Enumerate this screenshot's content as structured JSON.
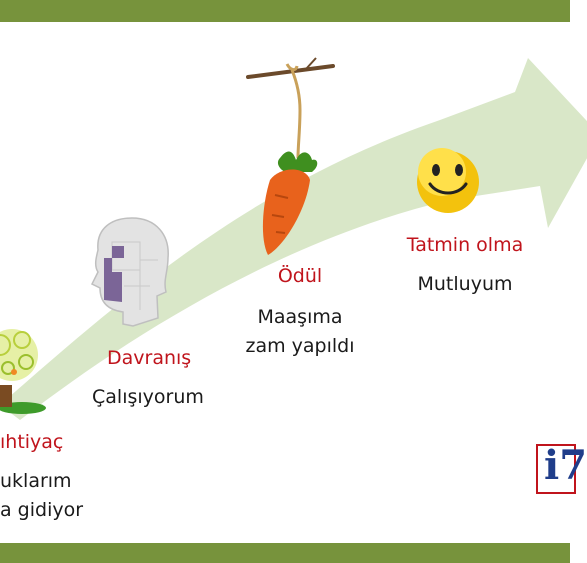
{
  "stages": [
    {
      "id": "ihtiyac",
      "title": "ıhtiyaç",
      "lines": [
        "uklarım",
        "a gidiyor"
      ]
    },
    {
      "id": "davranis",
      "title": "Davranış",
      "lines": [
        "Çalışıyorum"
      ]
    },
    {
      "id": "odul",
      "title": "Ödül",
      "lines": [
        "Maaşıma",
        "zam yapıldı"
      ]
    },
    {
      "id": "tatmin",
      "title": "Tatmin olma",
      "lines": [
        "Mutluyum"
      ]
    }
  ],
  "logo_text": "i7",
  "colors": {
    "frame_bar": "#77933c",
    "arrow": "#d9e7c8",
    "title_red": "#c0141c",
    "text": "#1a1a1a"
  },
  "icons": [
    "tree-icon",
    "puzzle-head-icon",
    "carrot-on-stick-icon",
    "smiley-icon"
  ]
}
